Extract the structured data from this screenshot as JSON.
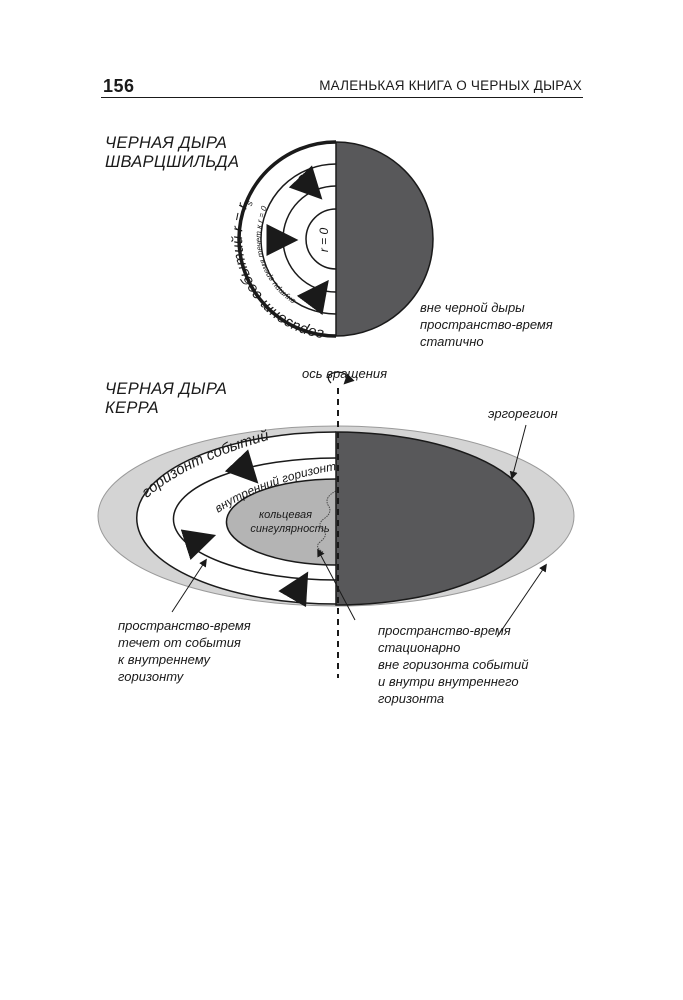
{
  "header": {
    "page_number": "156",
    "running_title": "МАЛЕНЬКАЯ КНИГА О ЧЕРНЫХ ДЫРАХ"
  },
  "schwarzschild": {
    "title_line1": "ЧЕРНАЯ ДЫРА",
    "title_line2": "ШВАРЦШИЛЬДА",
    "horizon_label": "горизонт событий r = r",
    "horizon_subscript": "s",
    "flow_label": "внутри время течет к r = 0",
    "center_label": "r = 0",
    "outside_line1": "вне черной дыры",
    "outside_line2": "пространство-время",
    "outside_line3": "статично"
  },
  "kerr": {
    "title_line1": "ЧЕРНАЯ ДЫРА",
    "title_line2": "КЕРРА",
    "axis_label": "ось вращения",
    "ergo_label": "эргорегион",
    "horizon_label": "горизонт событий",
    "inner_horizon_label": "внутренний горизонт",
    "singularity_line1": "кольцевая",
    "singularity_line2": "сингулярность",
    "left_note_line1": "пространство-время",
    "left_note_line2": "течет от события",
    "left_note_line3": "к внутреннему",
    "left_note_line4": "горизонту",
    "right_note_line1": "пространство-время",
    "right_note_line2": "стационарно",
    "right_note_line3": "вне горизонта событий",
    "right_note_line4": "и внутри внутреннего",
    "right_note_line5": "горизонта"
  },
  "colors": {
    "dark_half": "#58585a",
    "ergoregion": "#d4d4d4",
    "singularity_region": "#b4b4b4",
    "ink": "#1a1a1a"
  }
}
